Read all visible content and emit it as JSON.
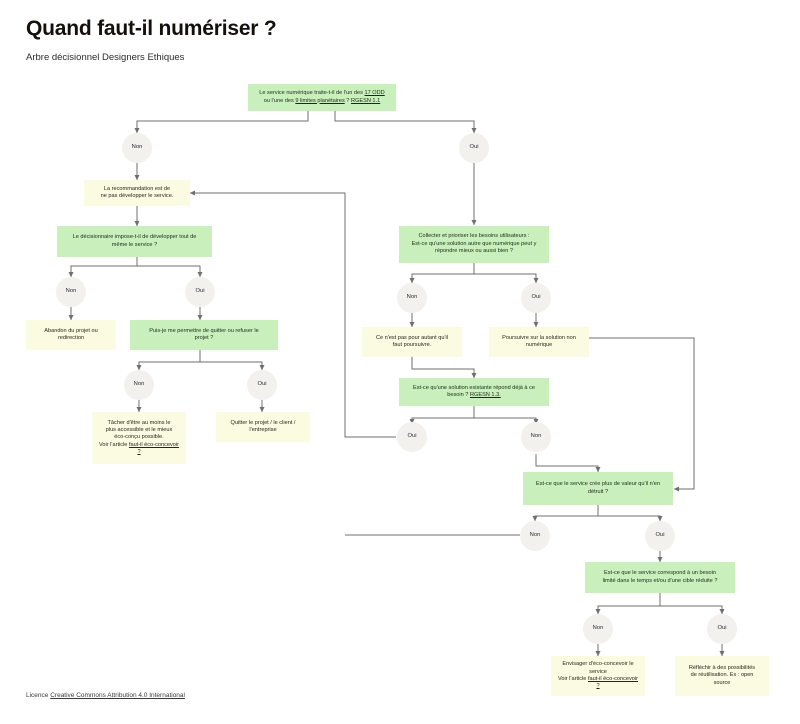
{
  "page": {
    "title": "Quand faut-il numériser ?",
    "subtitle": "Arbre décisionnel Designers Ethiques",
    "footer_prefix": "Licence ",
    "footer_link": "Creative Commons Attribution 4.0 International"
  },
  "theme": {
    "question_fill": "#c9f0bc",
    "outcome_fill": "#fbfbe2",
    "decision_fill": "#f2f1ee",
    "edge_color": "#6f6f6f",
    "text_color": "#1f1f1f",
    "background": "#ffffff"
  },
  "labels": {
    "oui": "Oui",
    "non": "Non"
  },
  "nodes": {
    "q_odd": {
      "kind": "question",
      "line1": "Le service numérique traite-t-il de l'un des ",
      "link1": "17 ODD",
      "line2": "ou l'une des ",
      "link2": "9 limites planétaires",
      "line2b": " ? ",
      "link3": "RGESN 1.1"
    },
    "d_root_non": {
      "kind": "decision",
      "label": "Non"
    },
    "d_root_oui": {
      "kind": "decision",
      "label": "Oui"
    },
    "o_reco_non_dev": {
      "kind": "outcome",
      "line1": "La recommandation est de",
      "line2": "ne pas développer le service."
    },
    "q_decisionnaire": {
      "kind": "question",
      "line1": "Le décisionnaire impose-t-il de développer tout de",
      "line2": "même le service ?"
    },
    "d_dec_non": {
      "kind": "decision",
      "label": "Non"
    },
    "d_dec_oui": {
      "kind": "decision",
      "label": "Oui"
    },
    "o_abandon": {
      "kind": "outcome",
      "line1": "Abandon du projet ou",
      "line2": "redirection"
    },
    "q_quitter": {
      "kind": "question",
      "line1": "Puis-je me permettre de quitter ou refuser le",
      "line2": "projet ?"
    },
    "d_quit_non": {
      "kind": "decision",
      "label": "Non"
    },
    "d_quit_oui": {
      "kind": "decision",
      "label": "Oui"
    },
    "o_tacher": {
      "kind": "outcome",
      "line1": "Tâcher d'être au moins le",
      "line2": "plus accessible et le mieux",
      "line3": "éco-conçu possible.",
      "line4": "Voir l'article ",
      "link1": "faut-il éco-concevoir ?"
    },
    "o_quitter": {
      "kind": "outcome",
      "line1": "Quitter le projet / le client /",
      "line2": "l'entreprise"
    },
    "q_collecter": {
      "kind": "question",
      "line1": "Collecter et prioriser les besoins utilisateurs :",
      "line2": "Est-ce qu'une solution autre que numérique peut y",
      "line3": "répondre mieux ou aussi bien ?"
    },
    "d_coll_non": {
      "kind": "decision",
      "label": "Non"
    },
    "d_coll_oui": {
      "kind": "decision",
      "label": "Oui"
    },
    "o_pas_poursuivre": {
      "kind": "outcome",
      "line1": "Ce n'est pas pour autant qu'il",
      "line2": "faut poursuivre."
    },
    "o_solution_non_num": {
      "kind": "outcome",
      "line1": "Poursuivre sur la solution non",
      "line2": "numérique"
    },
    "q_existante": {
      "kind": "question",
      "line1": "Est-ce qu'une solution existante répond déjà à ce",
      "line2": "besoin ? ",
      "link1": "RGESN 1.3."
    },
    "d_exist_oui": {
      "kind": "decision",
      "label": "Oui"
    },
    "d_exist_non": {
      "kind": "decision",
      "label": "Non"
    },
    "q_valeur": {
      "kind": "question",
      "line1": "Est-ce que le service crée plus de valeur qu'il n'en",
      "line2": "détruit ?"
    },
    "d_val_non": {
      "kind": "decision",
      "label": "Non"
    },
    "d_val_oui": {
      "kind": "decision",
      "label": "Oui"
    },
    "q_besoin_limite": {
      "kind": "question",
      "line1": "Est-ce que le service correspond à un besoin",
      "line2": "limité dans le temps et/ou d'une cible réduite ?"
    },
    "d_lim_non": {
      "kind": "decision",
      "label": "Non"
    },
    "d_lim_oui": {
      "kind": "decision",
      "label": "Oui"
    },
    "o_envisager": {
      "kind": "outcome",
      "line1": "Envisager d'éco-concevoir le",
      "line2": "service",
      "line3": "Voir l'article ",
      "link1": "faut-il éco-concevoir ?"
    },
    "o_reutilisation": {
      "kind": "outcome",
      "line1": "Réfléchir à des possibilités",
      "line2": "de réutilisation. Ex : open",
      "line3": "source"
    }
  }
}
